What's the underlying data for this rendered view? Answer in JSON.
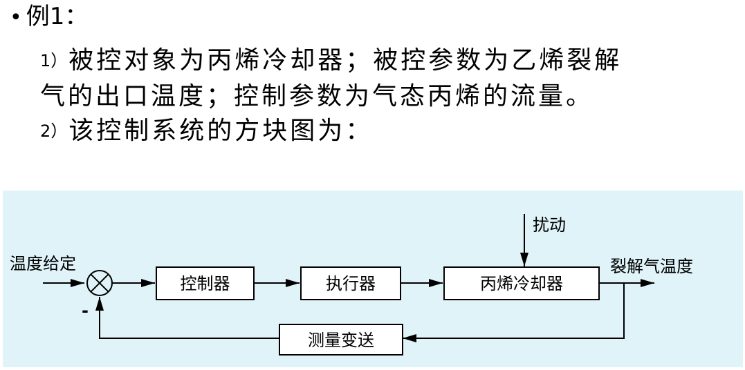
{
  "heading": {
    "bullet": "•",
    "label": "例1："
  },
  "items": [
    {
      "number": "1）",
      "text": "被控对象为丙烯冷却器；被控参数为乙烯裂解\n气的出口温度；控制参数为气态丙烯的流量。"
    },
    {
      "number": "2）",
      "text": "该控制系统的方块图为："
    }
  ],
  "diagram": {
    "input_label": "温度给定",
    "output_label": "裂解气温度",
    "disturbance_label": "扰动",
    "feedback_sign": "-",
    "blocks": {
      "controller": "控制器",
      "actuator": "执行器",
      "process": "丙烯冷却器",
      "measurement": "测量变送"
    }
  },
  "colors": {
    "panel_background": "#dff3f8",
    "line": "#000000"
  }
}
